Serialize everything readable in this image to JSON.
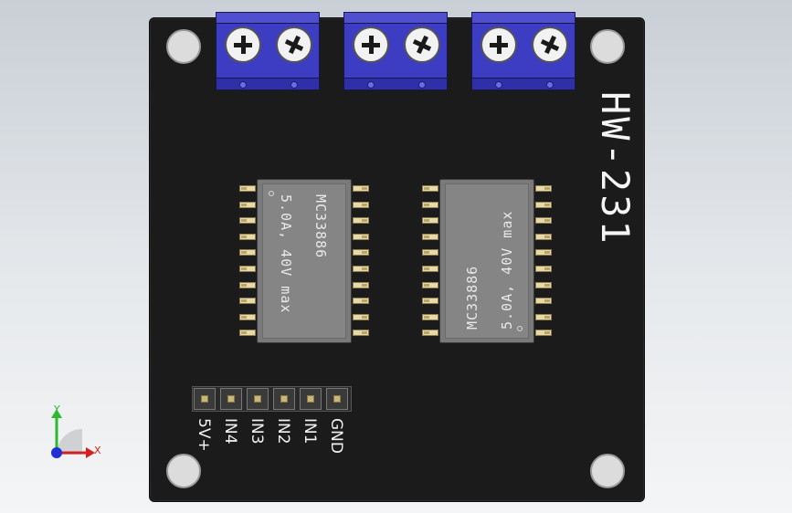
{
  "board": {
    "title": "HW-231",
    "chips": [
      {
        "part": "MC33886",
        "rating": "5.0A, 40V max"
      },
      {
        "part": "MC33886",
        "rating": "5.0A, 40V max"
      }
    ],
    "pins": [
      "5V+",
      "IN4",
      "IN3",
      "IN2",
      "IN1",
      "GND"
    ]
  },
  "axes": {
    "y": "Y",
    "x": "X"
  },
  "colors": {
    "board": "#1b1b1b",
    "terminal": "#3d3dc4",
    "chip": "#7a7a7a",
    "triad_y": "#2fb82f",
    "triad_x": "#d42020",
    "triad_z": "#2030d4"
  }
}
